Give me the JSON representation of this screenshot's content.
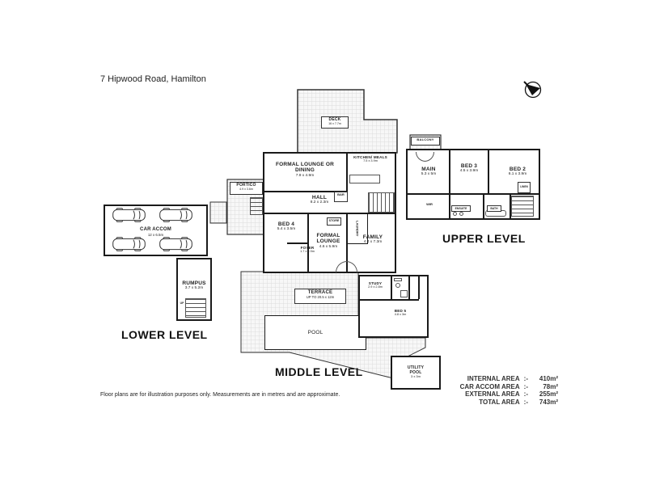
{
  "title": "7 Hipwood Road, Hamilton",
  "disclaimer": "Floor plans are for illustration purposes only. Measurements are in metres and are approximate.",
  "level_labels": {
    "lower": "LOWER LEVEL",
    "middle": "MIDDLE LEVEL",
    "upper": "UPPER LEVEL"
  },
  "areas": {
    "rows": [
      {
        "label": "INTERNAL AREA",
        "sep": ":-",
        "value": "410m²"
      },
      {
        "label": "CAR ACCOM AREA",
        "sep": ":-",
        "value": "78m²"
      },
      {
        "label": "EXTERNAL AREA",
        "sep": ":-",
        "value": "255m²"
      },
      {
        "label": "TOTAL AREA",
        "sep": ":-",
        "value": "743m²"
      }
    ]
  },
  "rooms": {
    "deck": {
      "name": "DECK",
      "dims": "16 x 7.7m"
    },
    "portico": {
      "name": "PORTICO",
      "dims": "4.9 x 3.6m"
    },
    "formal_lounge_dining": {
      "name": "FORMAL LOUNGE OR DINING",
      "dims": "7.9 x 4.9m"
    },
    "kitchen_meals": {
      "name": "KITCHEN/ MEALS",
      "dims": "7.5 x 3.9m"
    },
    "hall": {
      "name": "HALL",
      "dims": "8.2 x 2.3m"
    },
    "bed4": {
      "name": "BED 4",
      "dims": "5.4 x 3.5m"
    },
    "foyer": {
      "name": "FOYER",
      "dims": "1.7 x 2.9m"
    },
    "formal_lounge": {
      "name": "FORMAL LOUNGE",
      "dims": "4.6 x 5.9m"
    },
    "family": {
      "name": "FAMILY",
      "dims": "4.4 x 7.3m"
    },
    "terrace": {
      "name": "TERRACE",
      "dims": "UP TO 20.5 x 12m"
    },
    "pool": {
      "name": "POOL",
      "dims": ""
    },
    "study": {
      "name": "STUDY",
      "dims": "2.9 x 2.8m"
    },
    "bed5": {
      "name": "BED 5",
      "dims": "4.8 x 3m"
    },
    "utility_pool": {
      "name": "UTILITY POOL",
      "dims": "3 x 3m"
    },
    "balcony": {
      "name": "BALCONY",
      "dims": ""
    },
    "main": {
      "name": "MAIN",
      "dims": "5.3 x 5m"
    },
    "bed3": {
      "name": "BED 3",
      "dims": "4.5 x 3.9m"
    },
    "bed2": {
      "name": "BED 2",
      "dims": "6.1 x 3.9m"
    },
    "car_accom": {
      "name": "CAR ACCOM",
      "dims": "12 x 6.5m"
    },
    "rumpus": {
      "name": "RUMPUS",
      "dims": "3.7 x 5.2m"
    }
  },
  "tags": {
    "wir": "WIR",
    "bar": "BAR",
    "ensuite": "ENSUITE",
    "bath": "BATH",
    "linen": "LINEN",
    "laundry": "LAUNDRY",
    "store": "STORE",
    "up": "UP"
  },
  "colors": {
    "wall": "#1a1a1a",
    "hatch_line": "#dcdcdc",
    "hatch_bg": "#f7f7f7",
    "text": "#222222"
  }
}
